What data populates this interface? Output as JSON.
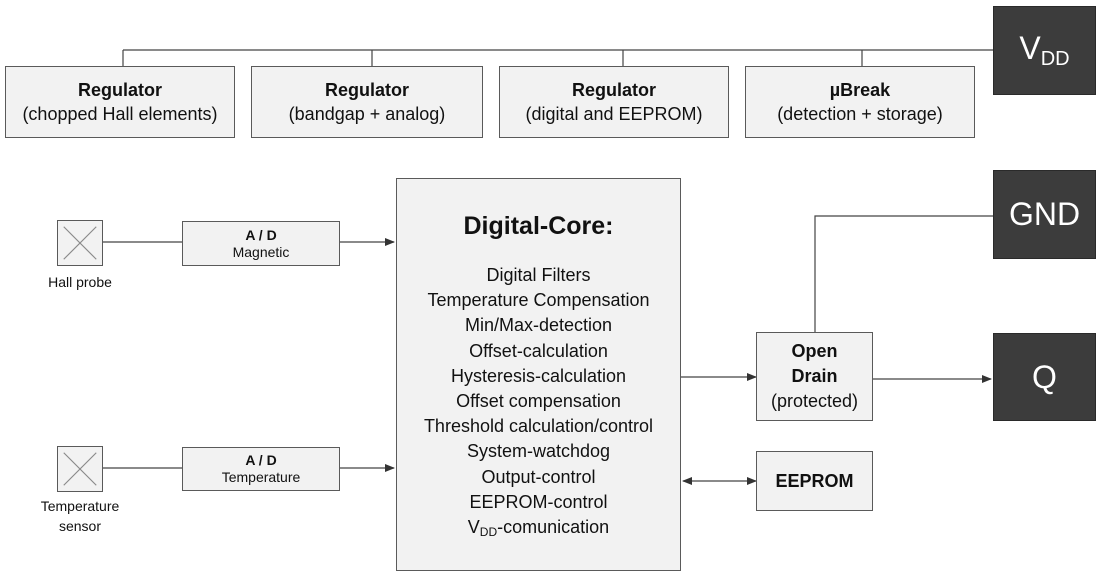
{
  "regulators": [
    {
      "title": "Regulator",
      "subtitle": "(chopped Hall elements)"
    },
    {
      "title": "Regulator",
      "subtitle": "(bandgap + analog)"
    },
    {
      "title": "Regulator",
      "subtitle": "(digital and EEPROM)"
    },
    {
      "title": "µBreak",
      "subtitle": "(detection + storage)"
    }
  ],
  "pins": {
    "vdd": {
      "main": "V",
      "sub": "DD"
    },
    "gnd": "GND",
    "q": "Q"
  },
  "adcs": [
    {
      "title": "A / D",
      "subtitle": "Magnetic"
    },
    {
      "title": "A / D",
      "subtitle": "Temperature"
    }
  ],
  "sensors": [
    {
      "caption": "Hall probe"
    },
    {
      "caption_line1": "Temperature",
      "caption_line2": "sensor"
    }
  ],
  "core": {
    "title": "Digital-Core:",
    "functions": [
      "Digital Filters",
      "Temperature Compensation",
      "Min/Max-detection",
      "Offset-calculation",
      "Hysteresis-calculation",
      "Offset compensation",
      "Threshold calculation/control",
      "System-watchdog",
      "Output-control",
      "EEPROM-control"
    ],
    "last_function": {
      "main": "V",
      "sub": "DD",
      "rest": "-comunication"
    }
  },
  "open_drain": {
    "line1": "Open",
    "line2": "Drain",
    "line3": "(protected)"
  },
  "eeprom": "EEPROM"
}
